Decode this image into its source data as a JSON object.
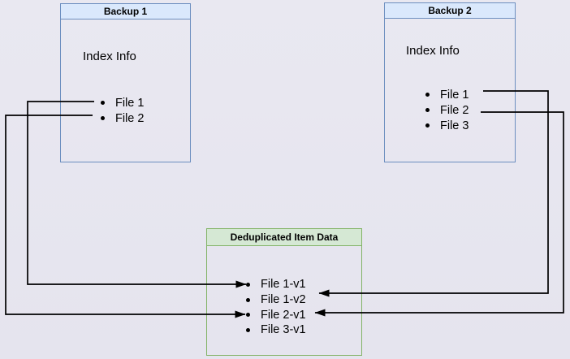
{
  "diagram": {
    "background_color": "#e7e6ee",
    "line_color": "#000000",
    "boxes": {
      "backup1": {
        "title": "Backup 1",
        "subtitle": "Index Info",
        "items": [
          "File 1",
          "File 2"
        ],
        "header_fill": "#dae8fc",
        "border_color": "#6c8ebf"
      },
      "backup2": {
        "title": "Backup 2",
        "subtitle": "Index Info",
        "items": [
          "File 1",
          "File 2",
          "File 3"
        ],
        "header_fill": "#dae8fc",
        "border_color": "#6c8ebf"
      },
      "dedup": {
        "title": "Deduplicated Item Data",
        "items": [
          "File 1-v1",
          "File 1-v2",
          "File 2-v1",
          "File 3-v1"
        ],
        "header_fill": "#d5e8d4",
        "border_color": "#82b366"
      }
    },
    "connections": [
      {
        "from": "Backup 1 / File 1",
        "to": "File 1-v1"
      },
      {
        "from": "Backup 1 / File 2",
        "to": "File 2-v1"
      },
      {
        "from": "Backup 2 / File 1",
        "to": "File 1-v2"
      },
      {
        "from": "Backup 2 / File 2",
        "to": "File 2-v1"
      }
    ]
  }
}
